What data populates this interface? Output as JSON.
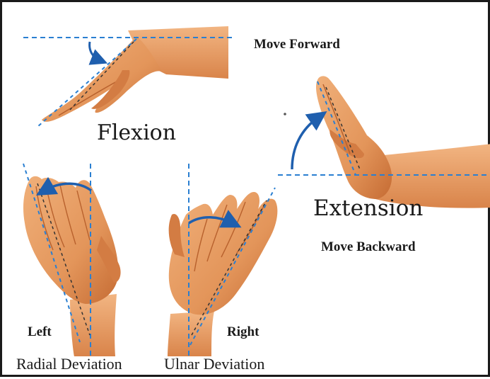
{
  "labels": {
    "move_forward": "Move Forward",
    "flexion": "Flexion",
    "extension": "Extension",
    "move_backward": "Move Backward",
    "left": "Left",
    "right": "Right",
    "radial_deviation": "Radial Deviation",
    "ulnar_deviation": "Ulnar Deviation"
  },
  "colors": {
    "skin": "#e3955a",
    "skin_shade": "#c56b33",
    "guide_line_blue": "#2a7fd1",
    "guide_line_dark": "#333333",
    "arrow": "#1f5fae",
    "text": "#1a1a1a"
  }
}
